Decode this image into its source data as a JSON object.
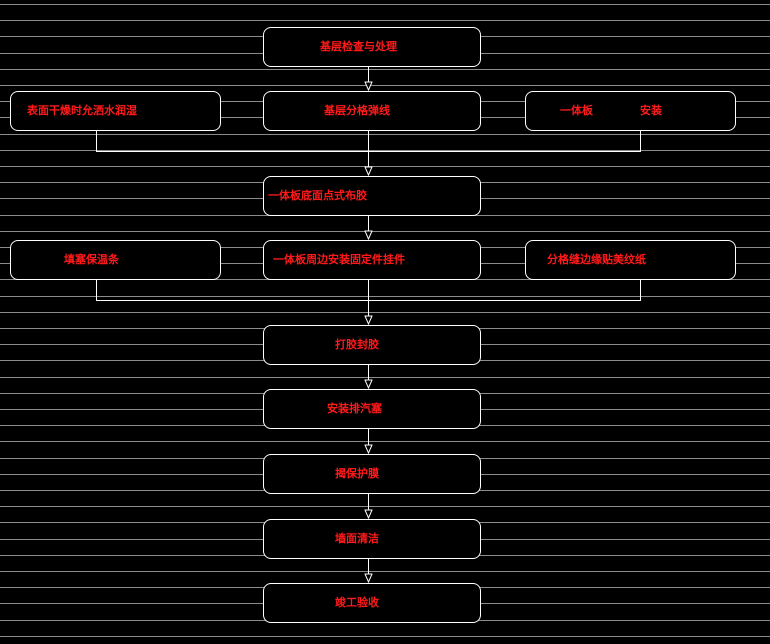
{
  "colors": {
    "background": "#000000",
    "box_border": "#ffffff",
    "connector": "#ffffff",
    "label_text": "#ff1a1a",
    "grid_line": "#8c8c8c"
  },
  "flowchart": {
    "nodes": {
      "base_inspection": {
        "label": "基层检查与处理"
      },
      "dry_surface": {
        "label": "表面干燥时允洒水润湿"
      },
      "base_layout": {
        "label": "基层分格弹线"
      },
      "panel_install": {
        "label": "一体板",
        "label_suffix": "安装"
      },
      "panel_spot_adhesive": {
        "label": "一体板底面点式布胶"
      },
      "fill_foam": {
        "label": "填塞保温条"
      },
      "panel_edge_anchor": {
        "label": "一体板周边安装固定件挂件"
      },
      "joint_tape": {
        "label": "分格缝边缘贴美纹纸"
      },
      "sealant": {
        "label": "打胶封胶"
      },
      "vent_plug": {
        "label": "安装排汽塞"
      },
      "protect_film": {
        "label": "揭保护膜"
      },
      "surface_clean": {
        "label": "墙面清洁"
      },
      "acceptance": {
        "label": "竣工验收"
      }
    }
  }
}
